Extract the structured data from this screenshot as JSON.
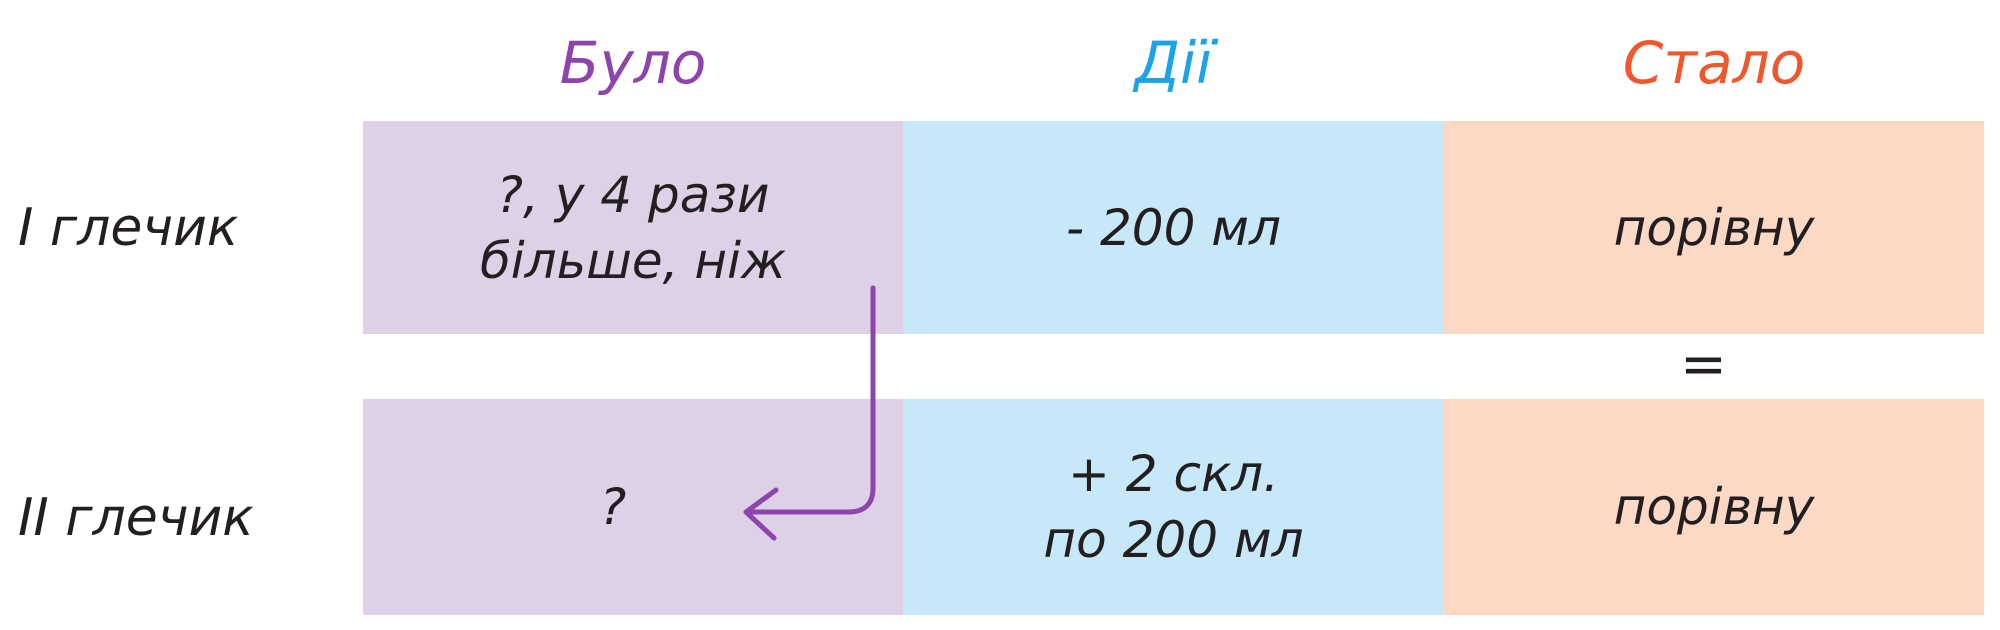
{
  "headers": [
    {
      "label": "Було",
      "color": "#8e44ad"
    },
    {
      "label": "Дії",
      "color": "#1aa3e8"
    },
    {
      "label": "Стало",
      "color": "#f0572a"
    }
  ],
  "rows": [
    {
      "label": "I глечик",
      "was": [
        "?, у 4 рази",
        "більше, ніж"
      ],
      "action": [
        "- 200 мл"
      ],
      "became": "порівну"
    },
    {
      "label": "II глечик",
      "was": [
        "?"
      ],
      "action": [
        "+ 2 скл.",
        "по 200 мл"
      ],
      "became": "порівну"
    }
  ],
  "equals": "=",
  "arrow_color": "#8e44ad"
}
